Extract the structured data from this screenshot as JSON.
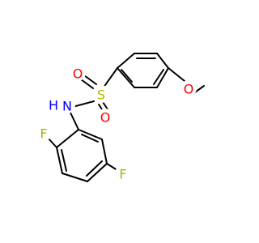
{
  "molecule": {
    "atoms": [
      {
        "symbol": "S",
        "color": "#b5b500"
      },
      {
        "symbol": "O",
        "color": "#ff0000"
      },
      {
        "symbol": "O",
        "color": "#ff0000"
      },
      {
        "symbol": "H",
        "color": "#0000ff"
      },
      {
        "symbol": "N",
        "color": "#0000ff"
      },
      {
        "symbol": "O",
        "color": "#ff0000"
      },
      {
        "symbol": "F",
        "color": "#90c000"
      },
      {
        "symbol": "F",
        "color": "#90c000"
      }
    ]
  }
}
